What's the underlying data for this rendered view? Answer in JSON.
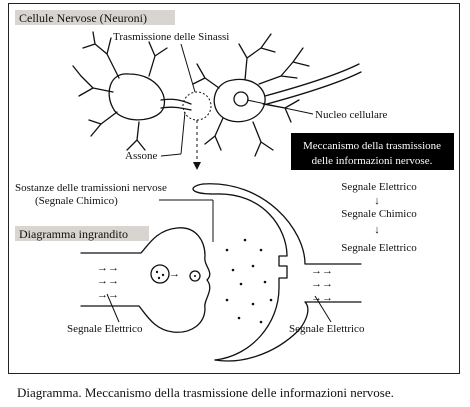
{
  "labels": {
    "cells_title": "Cellule Nervose (Neuroni)",
    "synapse": "Trasmissione delle Sinassi",
    "nucleus": "Nucleo cellulare",
    "axon": "Assone",
    "mechanism_line1": "Meccanismo della trasmissione",
    "mechanism_line2": "delle informazioni nervose.",
    "substances_line1": "Sostanze delle tramissioni nervose",
    "substances_line2": "(Segnale Chimico)",
    "enlarged": "Diagramma ingrandito",
    "signal_left": "Segnale Elettrico",
    "signal_right": "Segnale Elettrico"
  },
  "flow": {
    "step1": "Segnale Elettrico",
    "step2": "Segnale Chimico",
    "step3": "Segnale Elettrico"
  },
  "caption": "Diagramma. Meccanismo della trasmissione delle informazioni nervose.",
  "colors": {
    "label_bg": "#d8d4cf",
    "mechanism_bg": "#000000",
    "line": "#111111"
  }
}
